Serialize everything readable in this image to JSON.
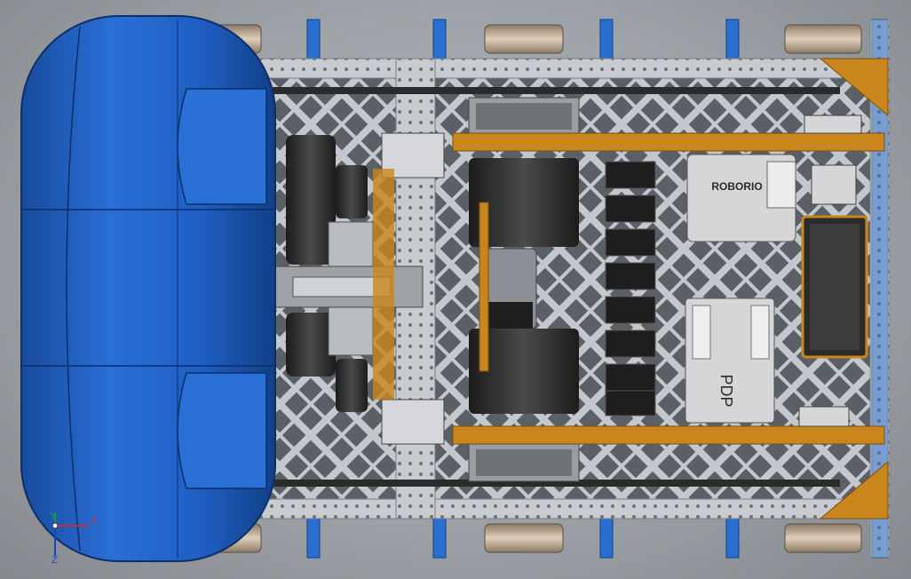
{
  "labels": {
    "roborio": "ROBORIO",
    "pdp": "PDP"
  },
  "triad": {
    "x": "X",
    "y": "Y",
    "z": "Z"
  },
  "colors": {
    "background": "#a3a7ac",
    "bumper": "#1f5fc4",
    "frame": "#c8cbcf",
    "orange_bar": "#c9861c",
    "blue_axle": "#2a6fd0",
    "wheel": "#cdbba4",
    "motor": "#2b2b2b",
    "panel": "#d6d6d8",
    "red_ring": "#d12a2a"
  }
}
